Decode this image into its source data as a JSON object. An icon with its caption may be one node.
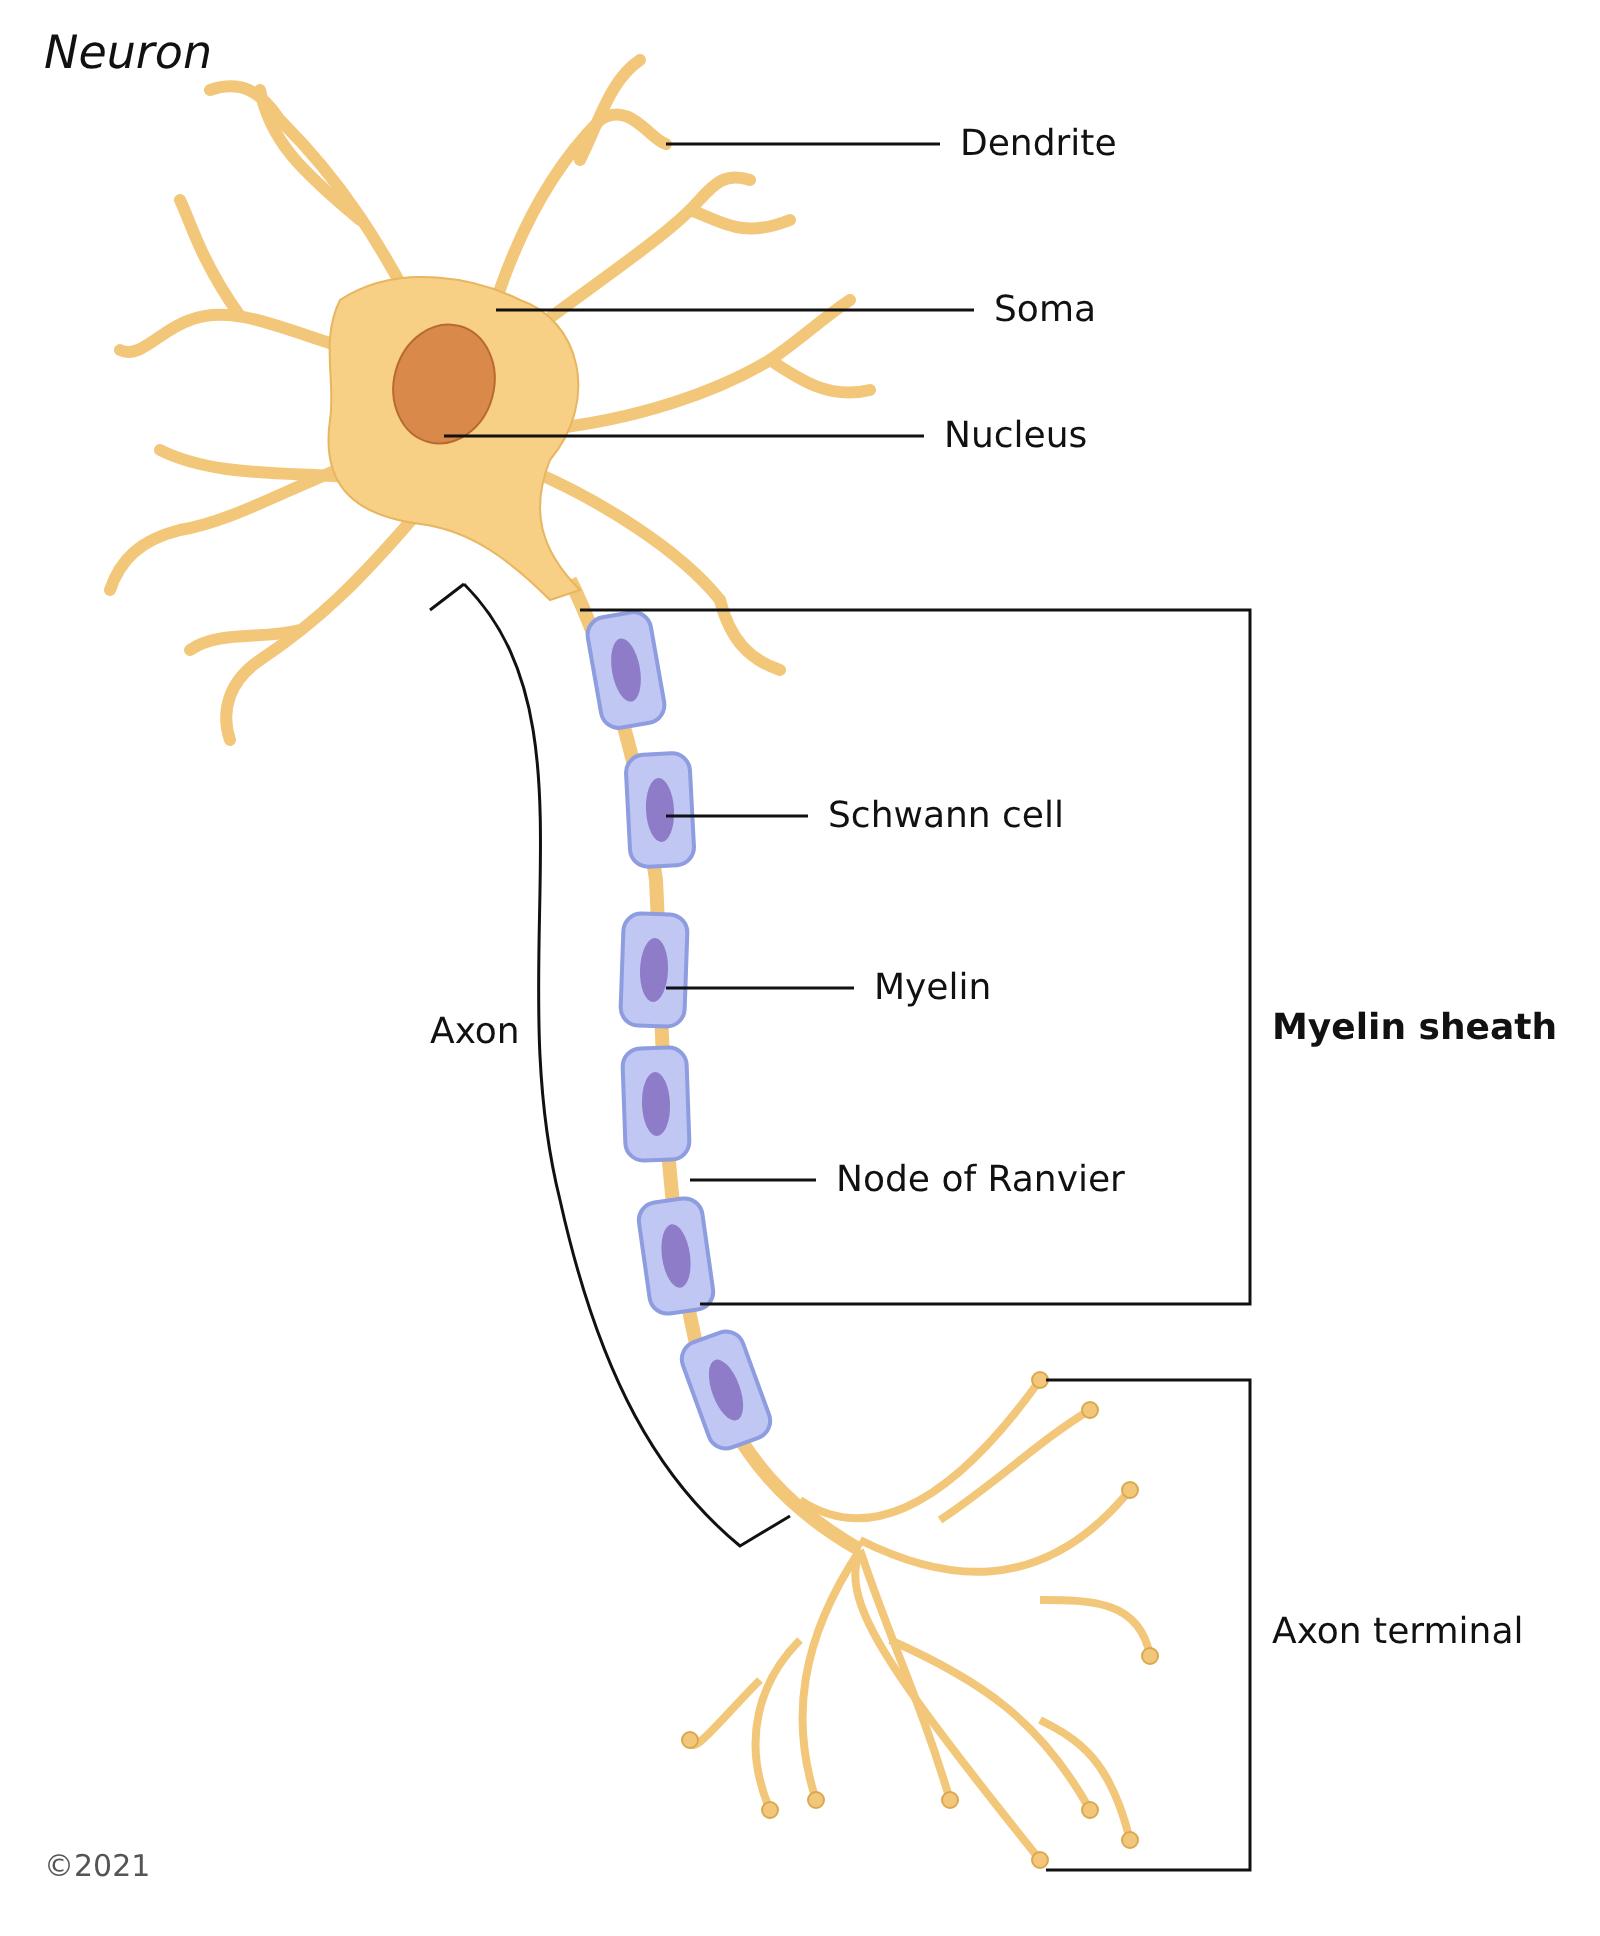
{
  "diagram": {
    "title": "Neuron",
    "nodes": [
      {
        "text": [
          "Dendrite"
        ]
      },
      {
        "text": [
          "Soma"
        ]
      },
      {
        "text": [
          "Nucleus"
        ]
      },
      {
        "text": [
          "Schwann cell"
        ]
      },
      {
        "text": [
          "Myelin"
        ]
      },
      {
        "text": [
          "Node of Ranvier"
        ]
      }
    ],
    "edges": [
      {
        "from": 0,
        "to": null,
        "arrow": "none"
      },
      {
        "from": 1,
        "to": null,
        "arrow": "none"
      },
      {
        "from": 2,
        "to": null,
        "arrow": "none"
      },
      {
        "from": 3,
        "to": null,
        "arrow": "none"
      },
      {
        "from": 4,
        "to": null,
        "arrow": "none"
      },
      {
        "from": 5,
        "to": null,
        "arrow": "none"
      }
    ],
    "labels": [
      "Myelin sheath",
      "Axon",
      "Axon terminal",
      "©2021"
    ]
  }
}
